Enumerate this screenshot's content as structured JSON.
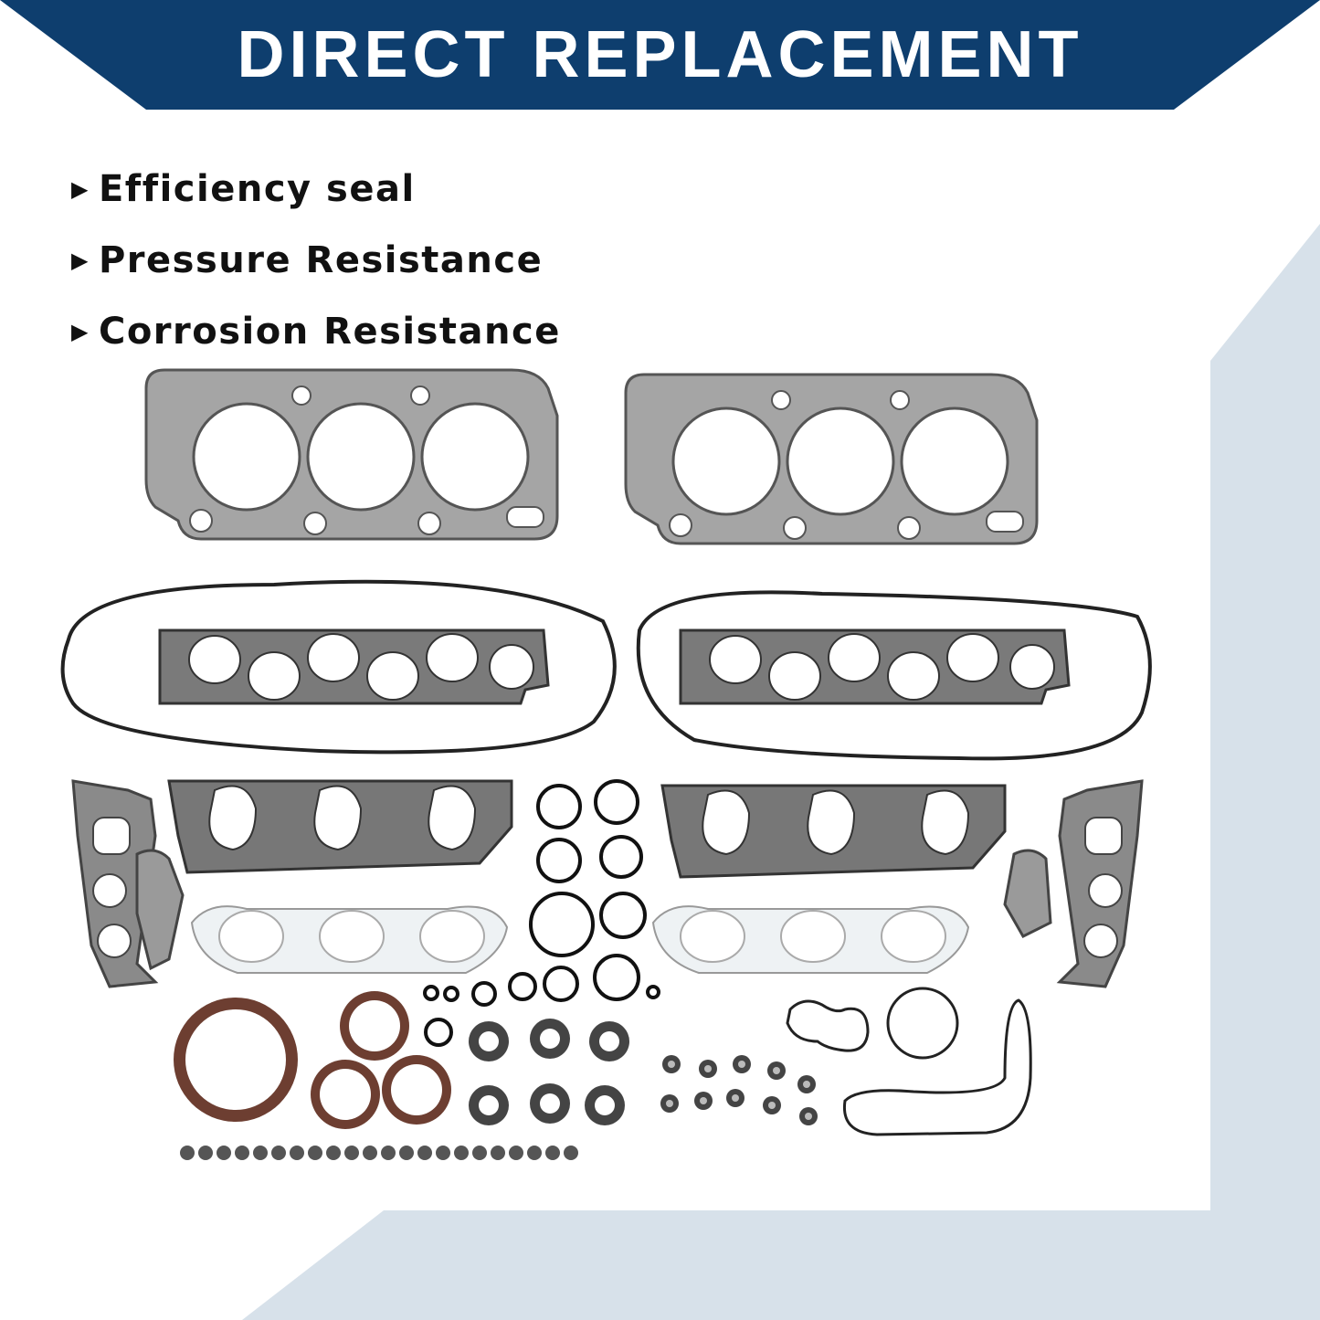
{
  "banner": {
    "title": "DIRECT REPLACEMENT",
    "color": "#0e3e6e"
  },
  "features": [
    {
      "icon": "triangle-right-icon",
      "label": "Efficiency seal"
    },
    {
      "icon": "triangle-right-icon",
      "label": "Pressure Resistance"
    },
    {
      "icon": "triangle-right-icon",
      "label": "Corrosion Resistance"
    }
  ],
  "colors": {
    "accent_panel": "#d7e1ea",
    "gasket_gray": "#8a8a8a",
    "seal_brown": "#7a4a3a"
  },
  "product_image": {
    "icon": "gasket-set-image"
  }
}
